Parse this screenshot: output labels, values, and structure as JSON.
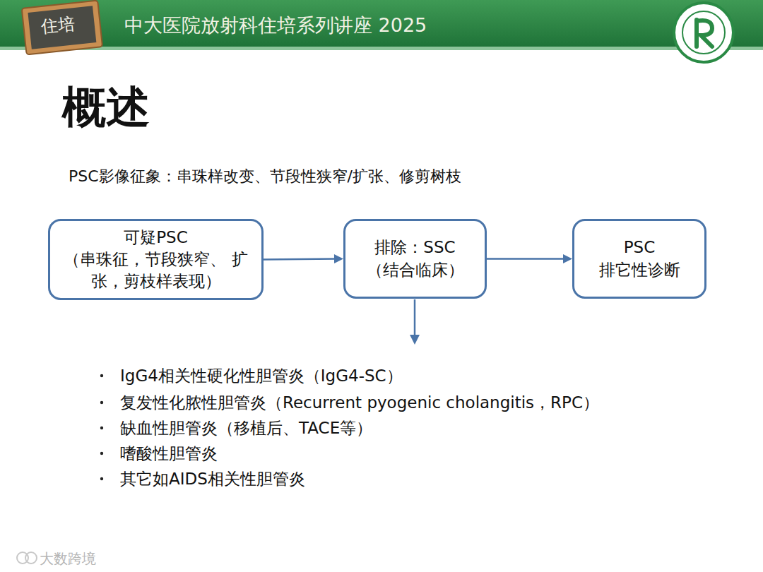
{
  "diagram": {
    "title": "概述",
    "nodes": [
      {
        "text": [
          "可疑PSC",
          "（串珠征，节段狭窄、 扩张，剪枝样表现）"
        ]
      },
      {
        "text": [
          "排除：SSC",
          "（结合临床）"
        ]
      },
      {
        "text": [
          "PSC",
          "排它性诊断"
        ]
      }
    ],
    "edges": [
      {
        "from": 0,
        "to": 1,
        "arrow": "to"
      },
      {
        "from": 1,
        "to": 2,
        "arrow": "to"
      }
    ],
    "labels": [
      "住培",
      "中大医院放射科住培系列讲座 2025",
      "PSC影像征象：串珠样改变、节段性狭窄/扩张、修剪树枝",
      "IgG4相关性硬化性胆管炎（IgG4-SC）",
      "复发性化脓性胆管炎（Recurrent pyogenic cholangitis，RPC）",
      "缺血性胆管炎（移植后、TACE等）",
      "嗜酸性胆管炎",
      "其它如AIDS相关性胆管炎",
      "大数跨境"
    ]
  }
}
